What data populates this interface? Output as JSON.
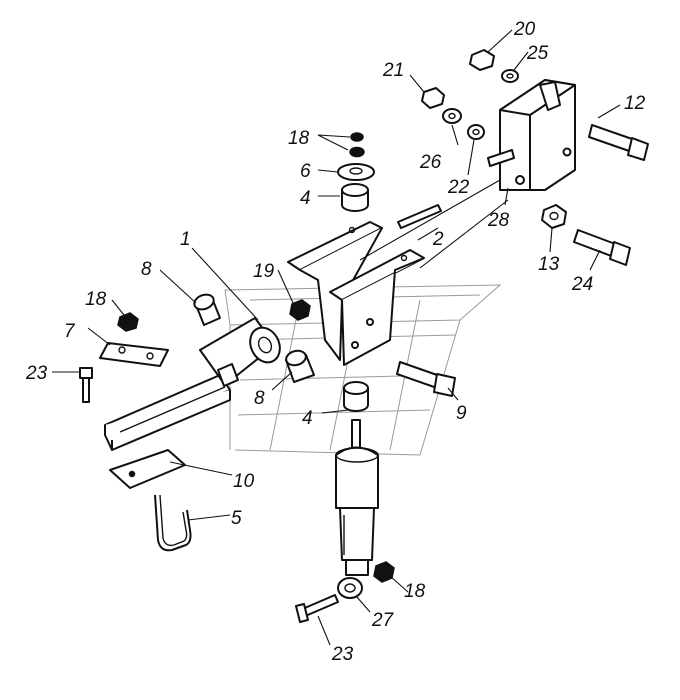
{
  "diagram": {
    "labels": {
      "l1": "1",
      "l2": "2",
      "l4a": "4",
      "l4b": "4",
      "l5": "5",
      "l6": "6",
      "l7": "7",
      "l8a": "8",
      "l8b": "8",
      "l9": "9",
      "l10": "10",
      "l12": "12",
      "l13": "13",
      "l18a": "18",
      "l18b": "18",
      "l18c": "18",
      "l19": "19",
      "l20": "20",
      "l21": "21",
      "l22": "22",
      "l23a": "23",
      "l23b": "23",
      "l24": "24",
      "l25": "25",
      "l26": "26",
      "l27": "27",
      "l28": "28"
    },
    "colors": {
      "ink": "#111111",
      "paper": "#ffffff",
      "ghost": "#9a9a9a"
    }
  }
}
